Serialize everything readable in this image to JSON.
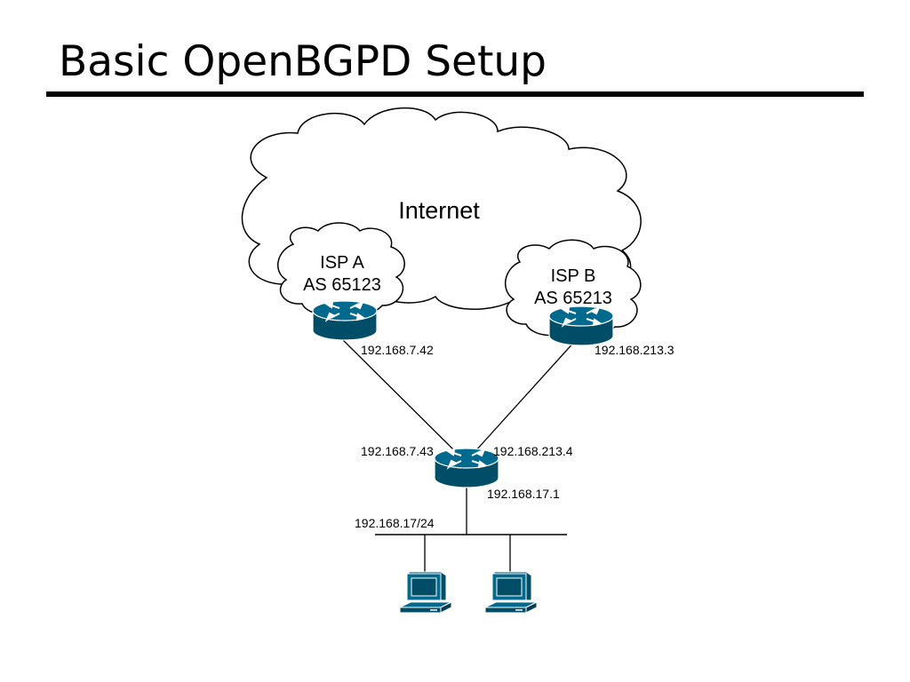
{
  "title": "Basic OpenBGPD Setup",
  "colors": {
    "device_fill": "#006a8e",
    "device_dark": "#004d68",
    "line": "#000000"
  },
  "clouds": {
    "internet": "Internet",
    "isp_a": {
      "name": "ISP A",
      "as": "AS 65123"
    },
    "isp_b": {
      "name": "ISP B",
      "as": "AS 65213"
    }
  },
  "addresses": {
    "isp_a_router": "192.168.7.42",
    "isp_b_router": "192.168.213.3",
    "local_to_isp_a": "192.168.7.43",
    "local_to_isp_b": "192.168.213.4",
    "local_lan": "192.168.17.1",
    "lan_subnet": "192.168.17/24"
  },
  "icons": {
    "router": "router-icon",
    "workstation": "workstation-icon"
  }
}
